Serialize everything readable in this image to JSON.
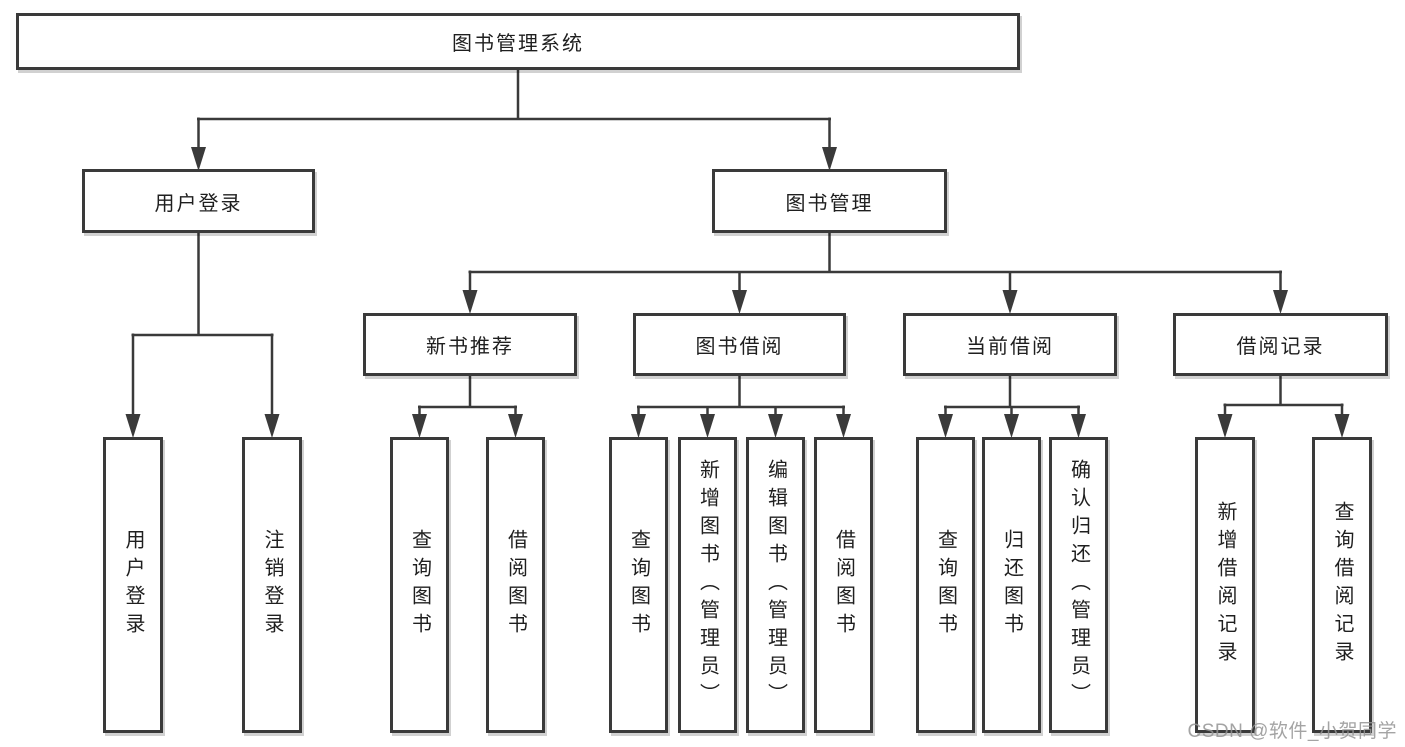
{
  "tree": {
    "root": {
      "label": "图书管理系统"
    },
    "children": [
      {
        "label": "用户登录",
        "children": [
          {
            "label": "用户登录"
          },
          {
            "label": "注销登录"
          }
        ]
      },
      {
        "label": "图书管理",
        "children": [
          {
            "label": "新书推荐",
            "children": [
              {
                "label": "查询图书"
              },
              {
                "label": "借阅图书"
              }
            ]
          },
          {
            "label": "图书借阅",
            "children": [
              {
                "label": "查询图书"
              },
              {
                "label": "新增图书（管理员）"
              },
              {
                "label": "编辑图书（管理员）"
              },
              {
                "label": "借阅图书"
              }
            ]
          },
          {
            "label": "当前借阅",
            "children": [
              {
                "label": "查询图书"
              },
              {
                "label": "归还图书"
              },
              {
                "label": "确认归还（管理员）"
              }
            ]
          },
          {
            "label": "借阅记录",
            "children": [
              {
                "label": "新增借阅记录"
              },
              {
                "label": "查询借阅记录"
              }
            ]
          }
        ]
      }
    ]
  },
  "watermark": {
    "text": "CSDN @软件_小贺同学"
  },
  "colors": {
    "line": "#3a3a3a",
    "border": "#3a3a3a",
    "text": "#1f1f1f",
    "watermark": "#949494",
    "background": "#ffffff"
  }
}
